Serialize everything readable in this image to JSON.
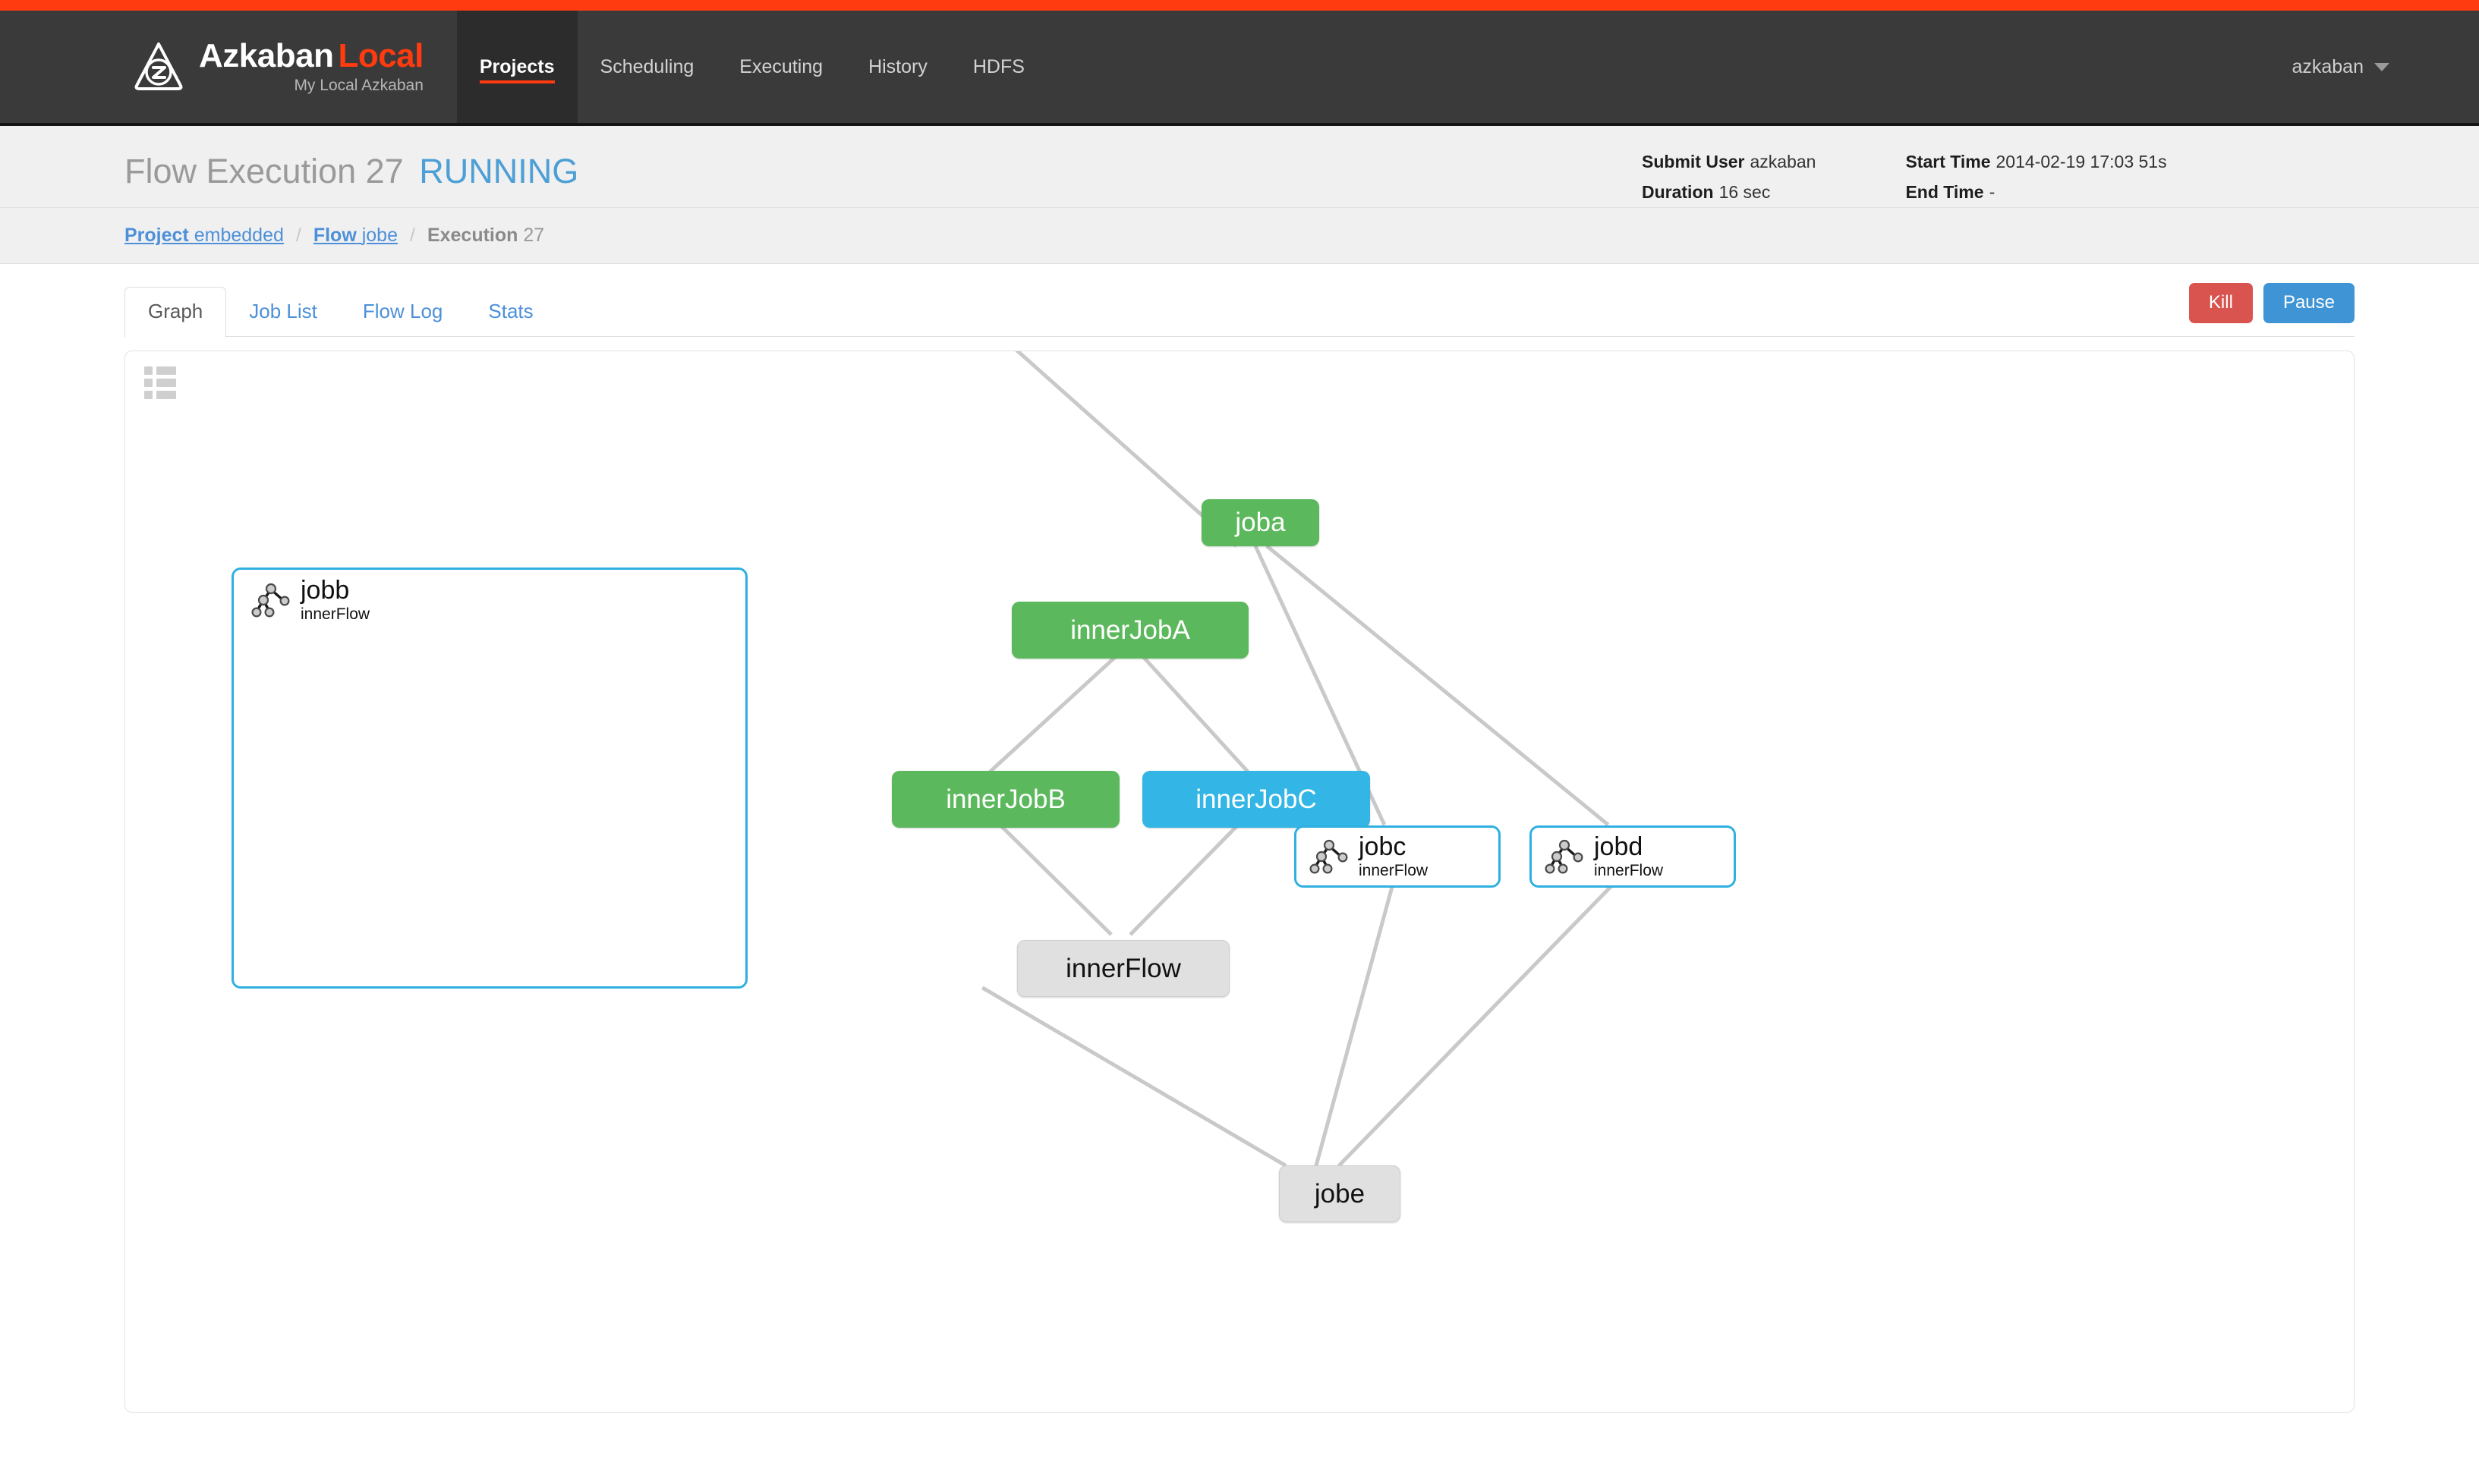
{
  "topbar": {
    "accent_color": "#ff3b0f"
  },
  "navbar": {
    "brand_name": "Azkaban",
    "brand_suffix": "Local",
    "brand_subtitle": "My Local Azkaban",
    "logo_icon": "azkaban-triangle-z-logo",
    "items": [
      {
        "label": "Projects",
        "active": true
      },
      {
        "label": "Scheduling",
        "active": false
      },
      {
        "label": "Executing",
        "active": false
      },
      {
        "label": "History",
        "active": false
      },
      {
        "label": "HDFS",
        "active": false
      }
    ],
    "user": "azkaban",
    "user_caret_icon": "chevron-down-icon",
    "background_color": "#3a3a3a"
  },
  "execution": {
    "title_prefix": "Flow Execution",
    "execution_id": "27",
    "status": "RUNNING",
    "status_color": "#4d9fd6",
    "meta": {
      "submit_user_label": "Submit User",
      "submit_user_value": "azkaban",
      "duration_label": "Duration",
      "duration_value": "16 sec",
      "start_time_label": "Start Time",
      "start_time_value": "2014-02-19 17:03 51s",
      "end_time_label": "End Time",
      "end_time_value": "-"
    }
  },
  "breadcrumb": {
    "project_label": "Project",
    "project_value": "embedded",
    "flow_label": "Flow",
    "flow_value": "jobe",
    "execution_label": "Execution",
    "execution_value": "27",
    "separator": "/"
  },
  "tabs": [
    {
      "label": "Graph",
      "active": true
    },
    {
      "label": "Job List",
      "active": false
    },
    {
      "label": "Flow Log",
      "active": false
    },
    {
      "label": "Stats",
      "active": false
    }
  ],
  "actions": {
    "kill_label": "Kill",
    "kill_color": "#d9534f",
    "pause_label": "Pause",
    "pause_color": "#3e94d4"
  },
  "graph": {
    "toolbar_icon": "list-view-icon",
    "status_colors": {
      "success": "#5cb85c",
      "running": "#33b5e5",
      "ready": "#e0e0e0",
      "flow_border": "#2fb0e0",
      "edge": "#c9c9c9"
    },
    "nodes": [
      {
        "id": "joba",
        "label": "joba",
        "status": "success"
      },
      {
        "id": "innerJobA",
        "label": "innerJobA",
        "status": "success"
      },
      {
        "id": "innerJobB",
        "label": "innerJobB",
        "status": "success"
      },
      {
        "id": "innerJobC",
        "label": "innerJobC",
        "status": "running"
      },
      {
        "id": "innerFlow",
        "label": "innerFlow",
        "status": "ready"
      },
      {
        "id": "jobe",
        "label": "jobe",
        "status": "ready"
      }
    ],
    "flows": [
      {
        "id": "jobb",
        "name": "jobb",
        "sub": "innerFlow",
        "icon": "flow-tree-icon",
        "expanded": true
      },
      {
        "id": "jobc",
        "name": "jobc",
        "sub": "innerFlow",
        "icon": "flow-tree-icon",
        "expanded": false
      },
      {
        "id": "jobd",
        "name": "jobd",
        "sub": "innerFlow",
        "icon": "flow-tree-icon",
        "expanded": false
      }
    ],
    "edges": [
      {
        "from": "joba",
        "to": "jobb"
      },
      {
        "from": "joba",
        "to": "jobc"
      },
      {
        "from": "joba",
        "to": "jobd"
      },
      {
        "from": "innerJobA",
        "to": "innerJobB"
      },
      {
        "from": "innerJobA",
        "to": "innerJobC"
      },
      {
        "from": "innerJobB",
        "to": "innerFlow"
      },
      {
        "from": "innerJobC",
        "to": "innerFlow"
      },
      {
        "from": "jobb",
        "to": "jobe"
      },
      {
        "from": "jobc",
        "to": "jobe"
      },
      {
        "from": "jobd",
        "to": "jobe"
      }
    ]
  }
}
